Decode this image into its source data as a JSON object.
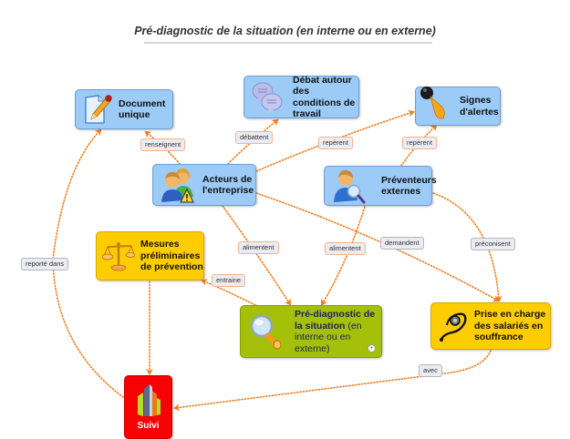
{
  "title": "Pré-diagnostic de la situation (en interne ou en externe)",
  "colors": {
    "link": "#f07d1c",
    "blue_node": "#9ccbf8",
    "yellow_node": "#fecd00",
    "green_node": "#a4c008",
    "red_node": "#f60202"
  },
  "nodes": {
    "document_unique": {
      "label": "Document unique",
      "icon": "document-pencil-icon"
    },
    "debat": {
      "label": "Débat autour des conditions de travail",
      "icon": "speech-bubbles-icon"
    },
    "signes": {
      "label": "Signes d'alertes",
      "icon": "horn-icon"
    },
    "acteurs": {
      "label": "Acteurs de l'entreprise",
      "icon": "people-warning-icon"
    },
    "preventeurs": {
      "label": "Préventeurs externes",
      "icon": "person-magnifier-icon"
    },
    "mesures": {
      "label": "Mesures préliminaires de prévention",
      "icon": "scales-icon"
    },
    "prediagnostic": {
      "label_bold": "Pré-diagnostic de la situation",
      "label_normal": "(en interne ou en externe)",
      "icon": "magnifier-icon"
    },
    "prise_en_charge": {
      "label": "Prise en charge des salariés en souffrance",
      "icon": "stethoscope-icon"
    },
    "suivi": {
      "label": "Suivi",
      "icon": "bar-buildings-icon"
    }
  },
  "links": [
    {
      "from": "acteurs",
      "to": "document_unique",
      "label": "renseignent"
    },
    {
      "from": "acteurs",
      "to": "debat",
      "label": "débattent"
    },
    {
      "from": "acteurs",
      "to": "signes",
      "label": "repèrent"
    },
    {
      "from": "preventeurs",
      "to": "signes",
      "label": "repèrent"
    },
    {
      "from": "acteurs",
      "to": "prediagnostic",
      "label": "alimentent"
    },
    {
      "from": "preventeurs",
      "to": "prediagnostic",
      "label": "alimentent"
    },
    {
      "from": "acteurs",
      "to": "prise_en_charge",
      "label": "demandent"
    },
    {
      "from": "preventeurs",
      "to": "prise_en_charge",
      "label": "préconisent"
    },
    {
      "from": "prediagnostic",
      "to": "mesures",
      "label": "entraine"
    },
    {
      "from": "mesures",
      "to": "suivi",
      "label": ""
    },
    {
      "from": "suivi",
      "to": "document_unique",
      "label": "reporté dans"
    },
    {
      "from": "prise_en_charge",
      "to": "suivi",
      "label": "avec"
    }
  ],
  "expand_symbol": "+"
}
